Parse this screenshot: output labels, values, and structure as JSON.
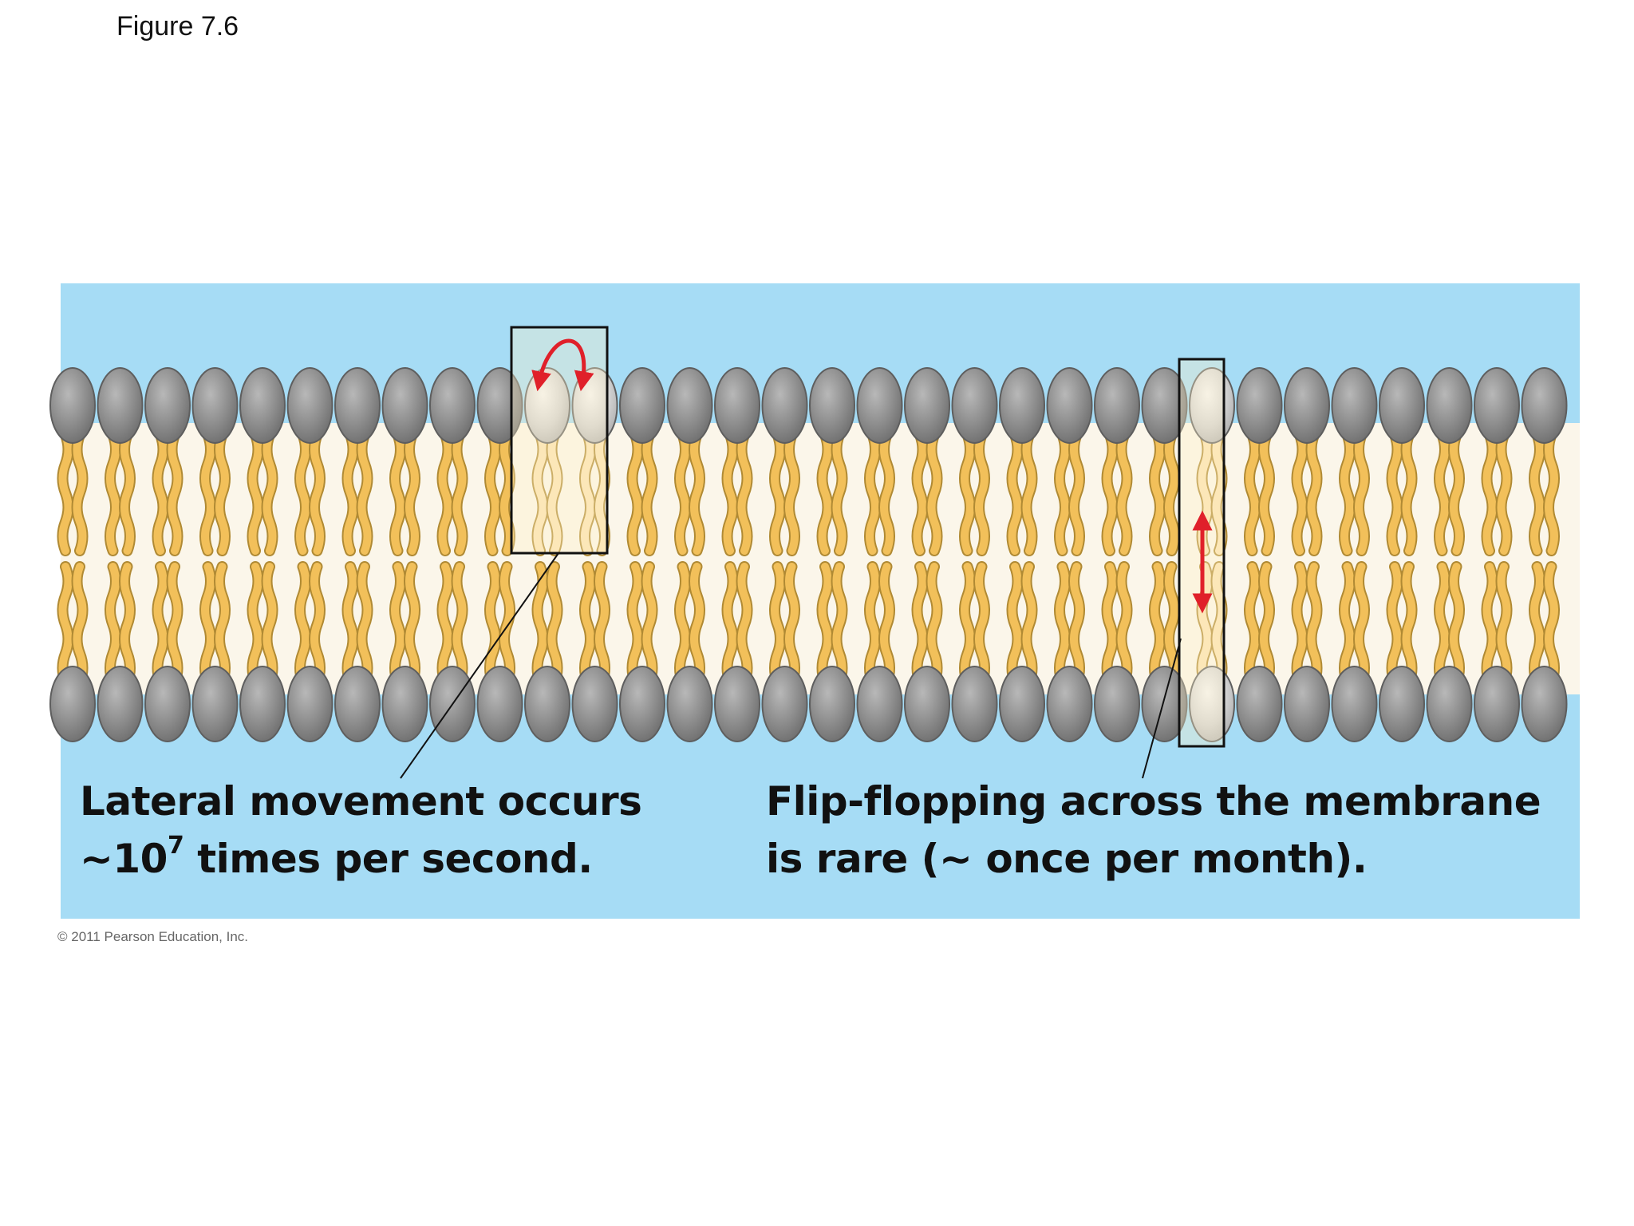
{
  "figure_label": "Figure 7.6",
  "captions": {
    "lateral": {
      "line1": "Lateral movement occurs",
      "line2_prefix": "~10",
      "line2_exponent": "7",
      "line2_suffix": " times per second."
    },
    "flipflop": {
      "line1": "Flip-flopping across the membrane",
      "line2": "is rare (~ once per month)."
    }
  },
  "copyright": "© 2011 Pearson Education, Inc.",
  "colors": {
    "background_water": "#a6dcf5",
    "tails": "#f2c05a",
    "tail_outline": "#b08a34",
    "heads": "#8a8a8a",
    "highlight_heads": "#d8d8d8",
    "arrows": "#e0202a",
    "highlight_box": "#111111"
  },
  "diagram": {
    "lipid_count_per_leaflet": 33,
    "lateral_pair_index": 10,
    "flip_flop_index": 24
  }
}
